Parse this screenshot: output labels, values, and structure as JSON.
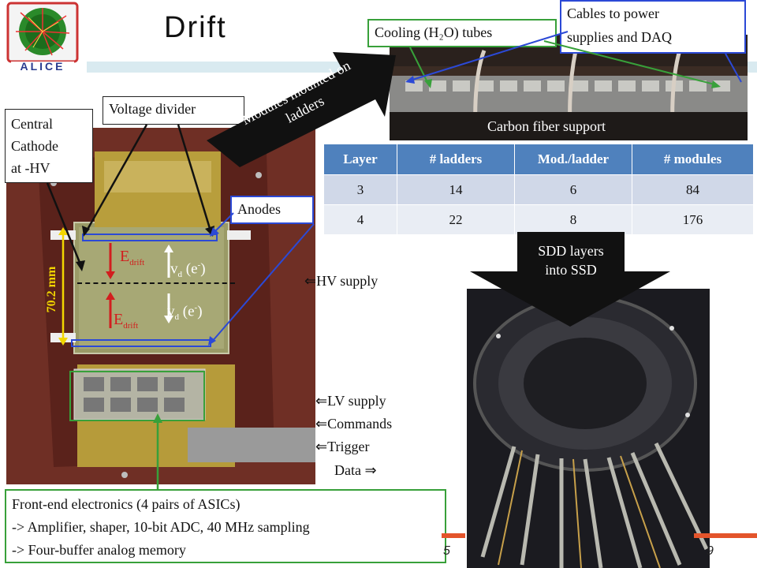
{
  "slide": {
    "title": "Drift",
    "logo_text": "ALICE",
    "footer_left": "5",
    "footer_right": "9"
  },
  "callouts": {
    "cooling": "Cooling (H₂O) tubes",
    "cables_line1": "Cables to power",
    "cables_line2": "supplies and DAQ",
    "central_cathode_line1": "Central",
    "central_cathode_line2": "Cathode",
    "central_cathode_line3": "at -HV",
    "voltage_divider": "Voltage divider",
    "anodes": "Anodes",
    "carbon_fiber": "Carbon fiber support",
    "modules_arrow_line1": "Modules mounted on",
    "modules_arrow_line2": "ladders",
    "sdd_arrow_line1": "SDD layers",
    "sdd_arrow_line2": "into SSD"
  },
  "detector": {
    "edrift_main": "E",
    "edrift_sub": "drift",
    "vd_main": "v",
    "vd_sub": "d",
    "vd_rest": " (e",
    "vd_sup": "-",
    "vd_close": ")",
    "dimension": "70.2 mm"
  },
  "side_labels": {
    "hv": "HV supply",
    "lv": "LV supply",
    "commands": "Commands",
    "trigger": "Trigger",
    "data": "Data"
  },
  "frontend": {
    "line1": "Front-end electronics (4 pairs of ASICs)",
    "line2": "-> Amplifier, shaper, 10-bit ADC, 40 MHz sampling",
    "line3": "-> Four-buffer analog memory"
  },
  "table": {
    "headers": [
      "Layer",
      "# ladders",
      "Mod./ladder",
      "# modules"
    ],
    "rows": [
      [
        "3",
        "14",
        "6",
        "84"
      ],
      [
        "4",
        "22",
        "8",
        "176"
      ]
    ]
  },
  "colors": {
    "table_header": "#4f81bd",
    "callout_blue": "#2b49d6",
    "callout_green": "#38a03a",
    "drift_arrow": "#d21e1e",
    "dimension": "#f2d600"
  }
}
